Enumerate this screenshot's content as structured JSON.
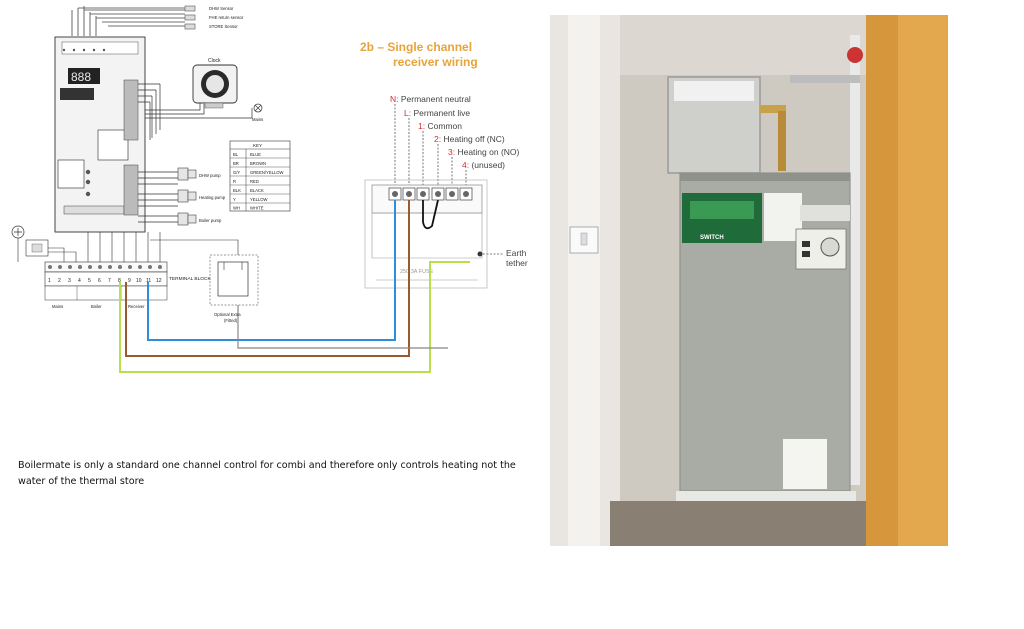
{
  "colors": {
    "accent": "#e8a33a",
    "terminal_label": "#d62c2c",
    "wire_blue": "#2d8fd8",
    "wire_brown": "#9a5a30",
    "wire_green": "#b7e04a"
  },
  "title": {
    "line1": "2b – Single channel",
    "line2": "receiver wiring"
  },
  "sensors": [
    "DHW Sensor",
    "FHE return sensor",
    "STORE Sensor"
  ],
  "clock_label": "Clock",
  "mains_label": "Mains",
  "pumps": [
    "DHW pump",
    "Heating pump",
    "Boiler pump"
  ],
  "key": {
    "header": "KEY",
    "rows": [
      {
        "code": "BL",
        "name": "BLUE"
      },
      {
        "code": "BR",
        "name": "BROWN"
      },
      {
        "code": "G/Y",
        "name": "GREEN/YELLOW"
      },
      {
        "code": "R",
        "name": "RED"
      },
      {
        "code": "BLK",
        "name": "BLACK"
      },
      {
        "code": "Y",
        "name": "YELLOW"
      },
      {
        "code": "WH",
        "name": "WHITE"
      }
    ]
  },
  "terminal_block": {
    "label": "TERMINAL BLOCK",
    "numbers": [
      "1",
      "2",
      "3",
      "4",
      "5",
      "6",
      "7",
      "8",
      "9",
      "10",
      "11",
      "12"
    ]
  },
  "block_labels": {
    "mains": "Mains",
    "boiler": "Boiler",
    "receiver": "Receiver"
  },
  "optional": {
    "line1": "Optional Extra",
    "line2": "(Fitted)"
  },
  "receiver_terminals": [
    {
      "key": "N",
      "label": "Permanent neutral"
    },
    {
      "key": "L",
      "label": "Permanent live"
    },
    {
      "key": "1",
      "label": "Common"
    },
    {
      "key": "2",
      "label": "Heating off (NC)"
    },
    {
      "key": "3",
      "label": "Heating on (NO)"
    },
    {
      "key": "4",
      "label": "(unused)"
    }
  ],
  "fuse_text": "250 3A FUSE",
  "earth": {
    "line1": "Earth",
    "line2": "tether"
  },
  "caption": "Boilermate is only a standard one channel control for combi and therefore only controls heating not the water of the thermal store",
  "photo_label_text": "SWITCH"
}
